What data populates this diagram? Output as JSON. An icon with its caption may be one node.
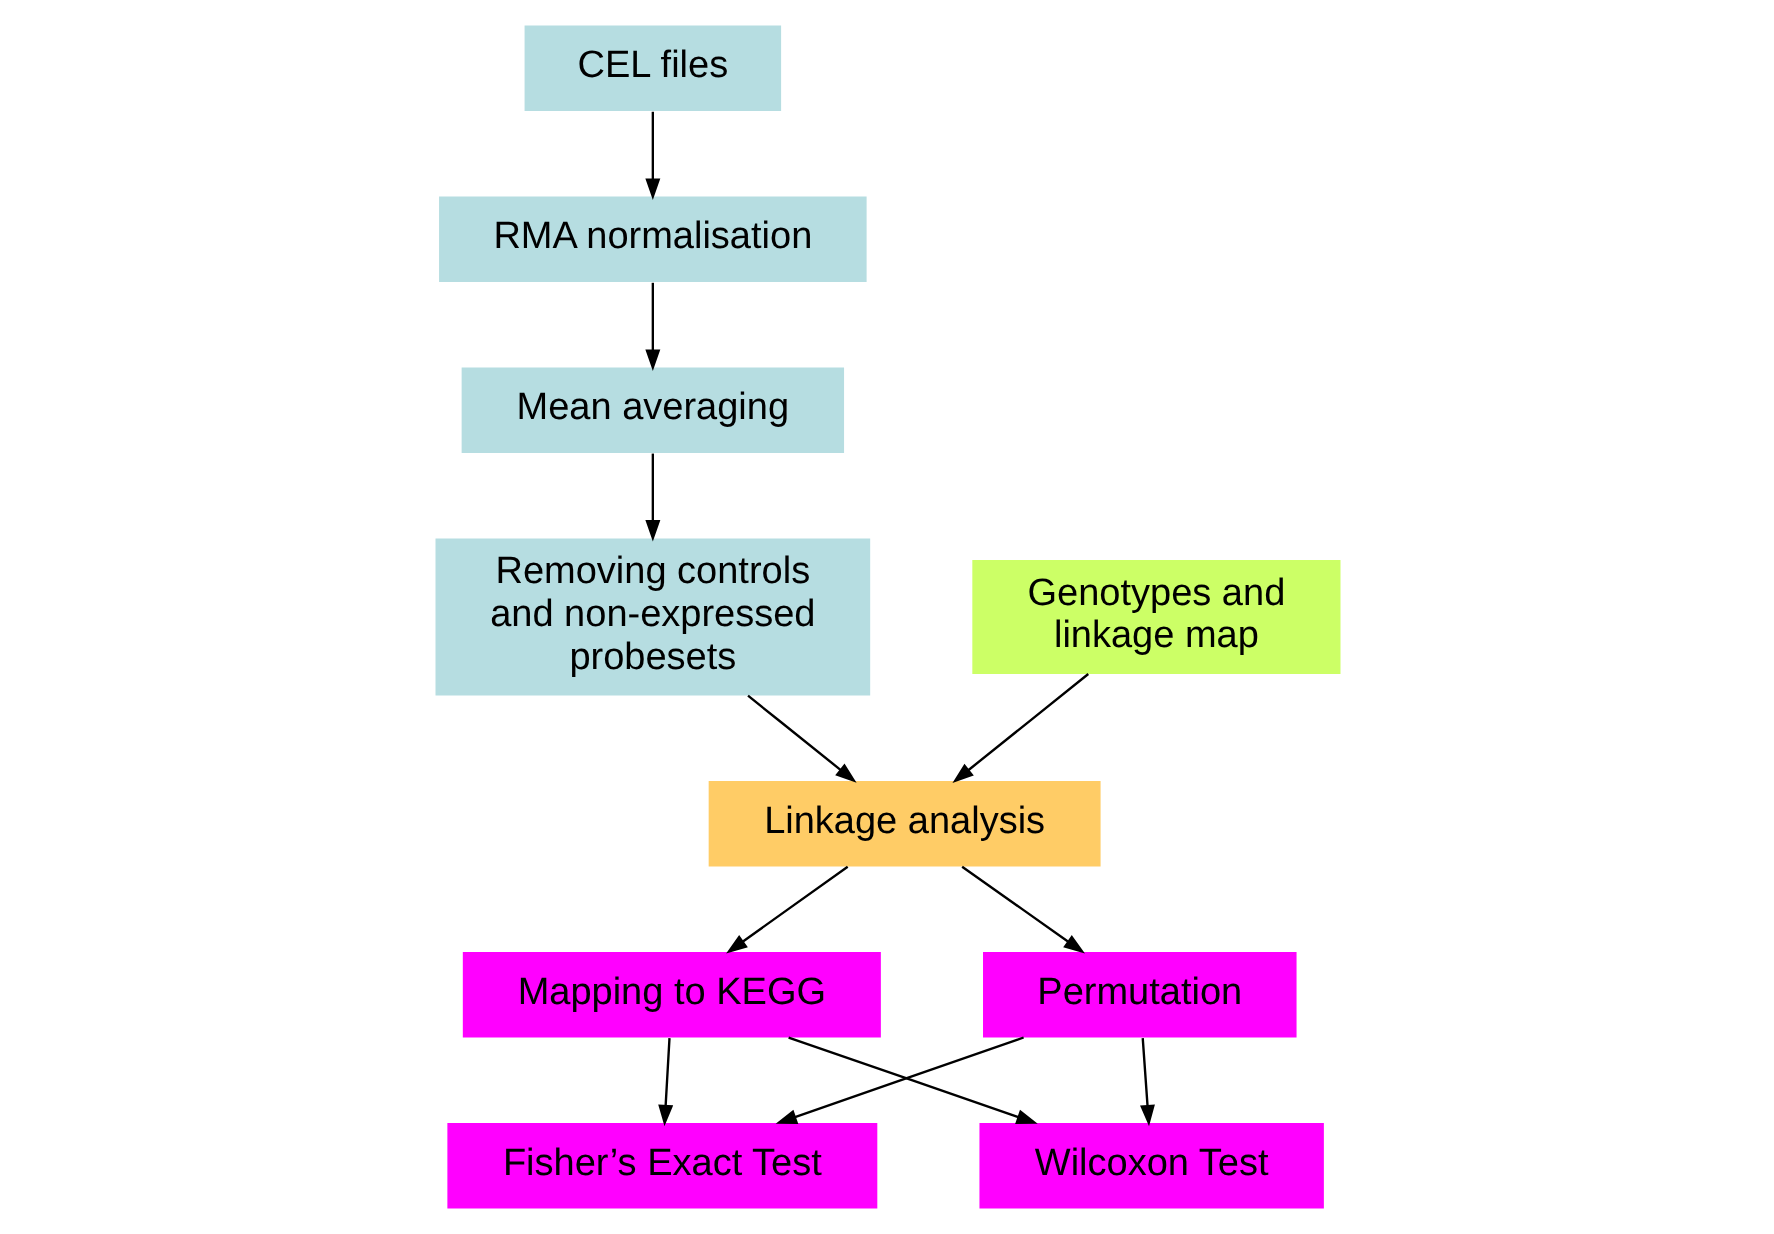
{
  "diagram": {
    "nodes": [
      {
        "text": [
          "CEL files"
        ]
      },
      {
        "text": [
          "RMA normalisation"
        ]
      },
      {
        "text": [
          "Mean averaging"
        ]
      },
      {
        "text": [
          "Removing controls and non-expressed probesets"
        ]
      },
      {
        "text": [
          "Genotypes and linkage map"
        ]
      },
      {
        "text": [
          "Linkage analysis"
        ]
      },
      {
        "text": [
          "Mapping to KEGG"
        ]
      },
      {
        "text": [
          "Fisher’s Exact Test"
        ]
      },
      {
        "text": [
          "Wilcoxon Test"
        ]
      },
      {
        "text": [
          "Permutation"
        ]
      }
    ],
    "edges": [
      {
        "from": 0,
        "to": 1,
        "arrow": "to"
      },
      {
        "from": 1,
        "to": 2,
        "arrow": "to"
      },
      {
        "from": 2,
        "to": 3,
        "arrow": "to"
      },
      {
        "from": 3,
        "to": 5,
        "arrow": "to"
      },
      {
        "from": 4,
        "to": 5,
        "arrow": "to"
      },
      {
        "from": 5,
        "to": 6,
        "arrow": "to"
      },
      {
        "from": 5,
        "to": 9,
        "arrow": "to"
      },
      {
        "from": 6,
        "to": 7,
        "arrow": "to"
      },
      {
        "from": 6,
        "to": 8,
        "arrow": "to"
      },
      {
        "from": 9,
        "to": 7,
        "arrow": "to"
      },
      {
        "from": 9,
        "to": 8,
        "arrow": "to"
      }
    ]
  }
}
